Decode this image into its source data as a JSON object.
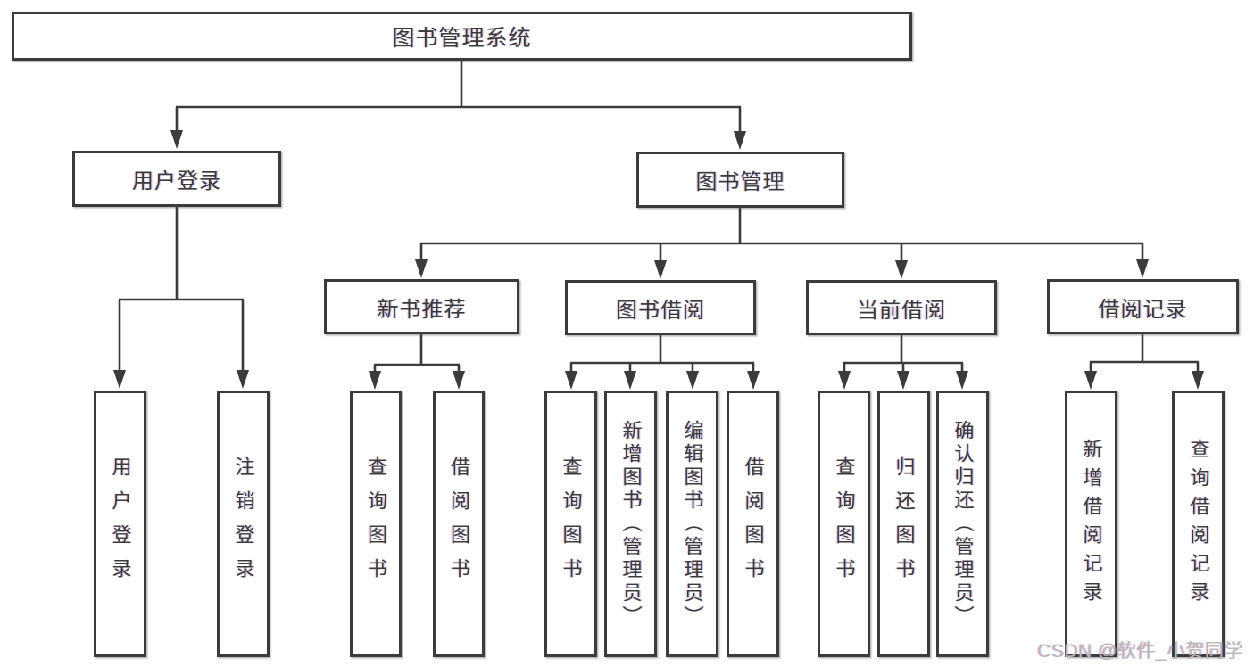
{
  "colors": {
    "line": "#3b3b3b",
    "text": "#3a3a3a",
    "background": "#ffffff",
    "watermark": "#b8b8b8"
  },
  "watermark": {
    "text": "CSDN @软件_小贺同学"
  },
  "tree": {
    "label": "图书管理系统",
    "children": [
      {
        "label": "用户登录",
        "children": [
          {
            "label": "用户登录"
          },
          {
            "label": "注销登录"
          }
        ]
      },
      {
        "label": "图书管理",
        "children": [
          {
            "label": "新书推荐",
            "children": [
              {
                "label": "查询图书"
              },
              {
                "label": "借阅图书"
              }
            ]
          },
          {
            "label": "图书借阅",
            "children": [
              {
                "label": "查询图书"
              },
              {
                "label": "新增图书（管理员）"
              },
              {
                "label": "编辑图书（管理员）"
              },
              {
                "label": "借阅图书"
              }
            ]
          },
          {
            "label": "当前借阅",
            "children": [
              {
                "label": "查询图书"
              },
              {
                "label": "归还图书"
              },
              {
                "label": "确认归还（管理员）"
              }
            ]
          },
          {
            "label": "借阅记录",
            "children": [
              {
                "label": "新增借阅记录"
              },
              {
                "label": "查询借阅记录"
              }
            ]
          }
        ]
      }
    ]
  }
}
